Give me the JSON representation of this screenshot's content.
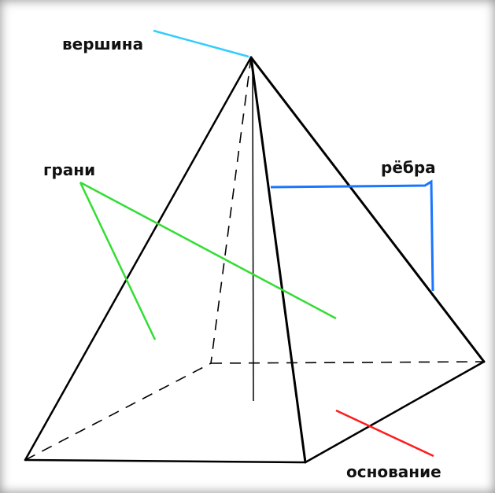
{
  "labels": {
    "apex": "вершина",
    "faces": "грани",
    "edges": "рёбра",
    "base": "основание"
  },
  "colors": {
    "apex_pointer": "#33ccff",
    "faces_pointer": "#33dd33",
    "edges_pointer": "#1a75ff",
    "base_pointer": "#ff1a1a",
    "outline": "#000000"
  }
}
